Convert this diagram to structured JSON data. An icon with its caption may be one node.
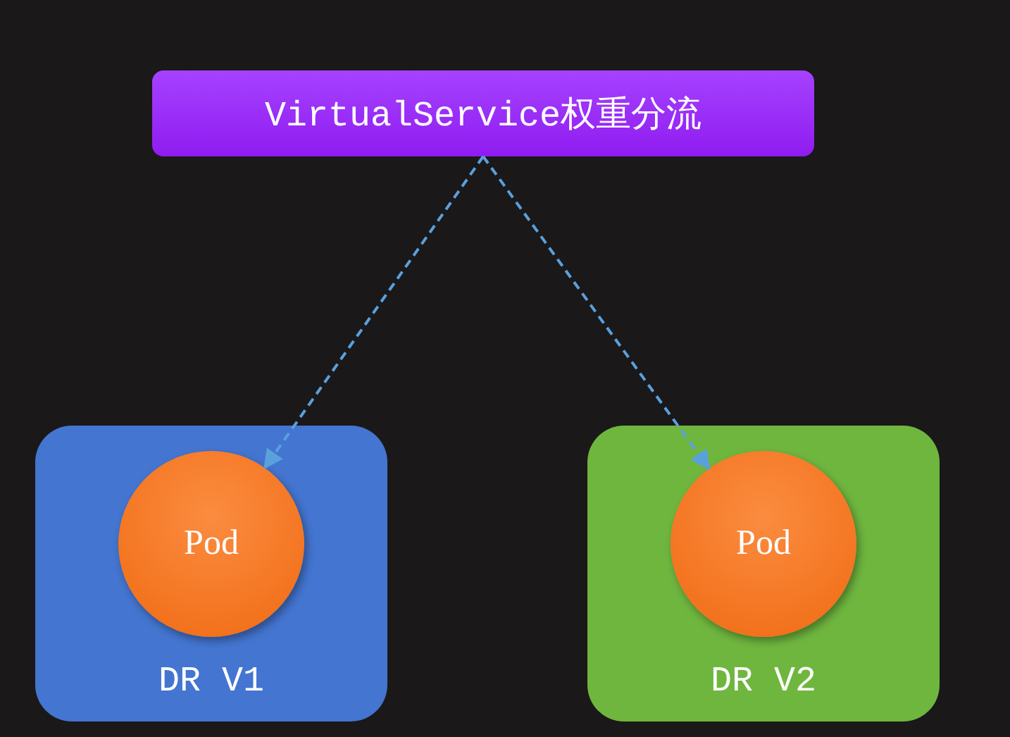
{
  "diagram": {
    "nodes": [
      {
        "text": [
          "VirtualService权重分流"
        ]
      },
      {
        "text": [
          "DR V1"
        ]
      },
      {
        "text": [
          "Pod"
        ],
        "in": 1
      },
      {
        "text": [
          "DR V2"
        ]
      },
      {
        "text": [
          "Pod"
        ],
        "in": 3
      }
    ],
    "edges": [
      {
        "from": 0,
        "to": 2,
        "arrow": "to",
        "style": "dashed"
      },
      {
        "from": 0,
        "to": 4,
        "arrow": "to",
        "style": "dashed"
      }
    ]
  }
}
